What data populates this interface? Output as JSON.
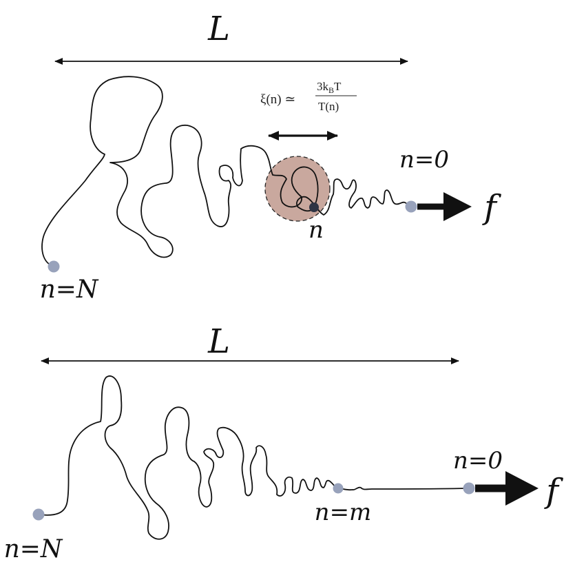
{
  "top_panel": {
    "length_label": "L",
    "blob_formula": {
      "lhs": "ξ(n) ≃",
      "numerator": "3k",
      "numerator_sub": "B",
      "numerator_tail": "T",
      "denominator": "T(n)"
    },
    "blob_monomer_label": "n",
    "free_end_label": "n=N",
    "pulled_end_label": "n=0",
    "force_label": "f",
    "colors": {
      "blob_fill": "#c9a89e",
      "end_bead": "#98a2bb",
      "blob_bead": "#2e3444"
    }
  },
  "bottom_panel": {
    "length_label": "L",
    "free_end_label": "n=N",
    "stem_start_label": "n=m",
    "pulled_end_label": "n=0",
    "force_label": "f",
    "colors": {
      "end_bead": "#98a2bb"
    }
  }
}
